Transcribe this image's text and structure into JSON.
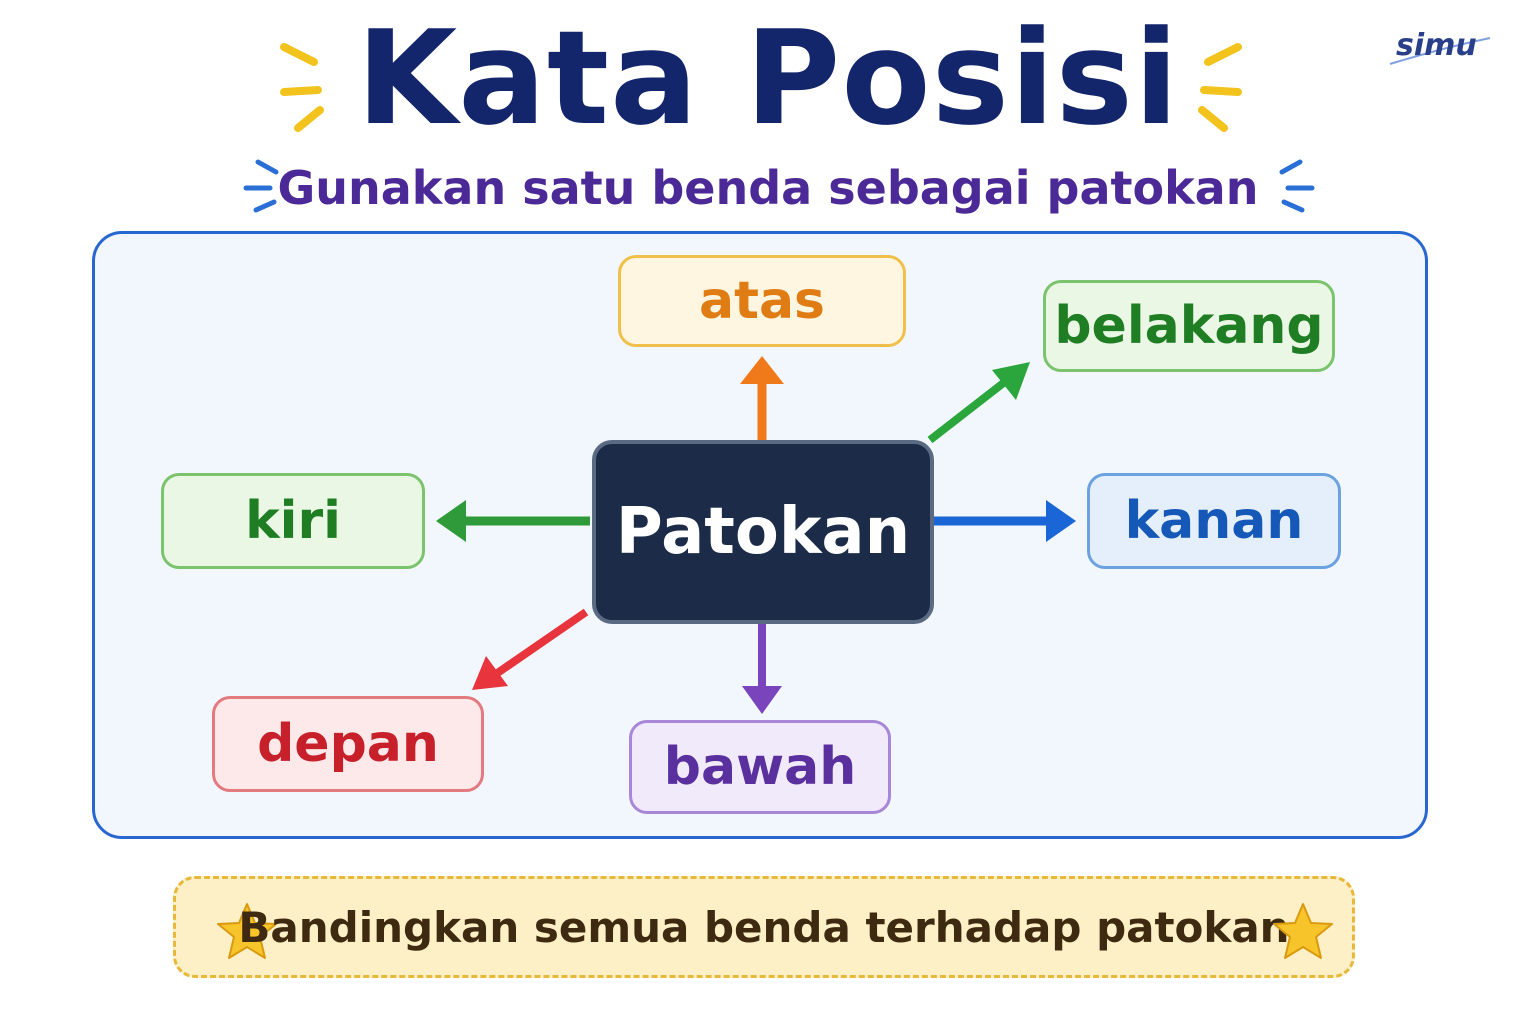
{
  "title": "Kata Posisi",
  "subtitle": "Gunakan satu benda sebagai patokan",
  "logo": "simu",
  "center": {
    "label": "Patokan"
  },
  "positions": [
    {
      "label": "atas",
      "color": "#e07c14"
    },
    {
      "label": "belakang",
      "color": "#1f7d24"
    },
    {
      "label": "kiri",
      "color": "#1f7d24"
    },
    {
      "label": "kanan",
      "color": "#1558b8"
    },
    {
      "label": "depan",
      "color": "#c8202a"
    },
    {
      "label": "bawah",
      "color": "#5a2f9e"
    }
  ],
  "footer": "Bandingkan semua benda terhadap patokan",
  "colors": {
    "title": "#14266b",
    "subtitle": "#4b2a98",
    "panel_border": "#2867cf",
    "center_bg": "#1b2b48",
    "footer_bg": "#fdf0c6"
  },
  "icons": [
    "star-icon",
    "star-icon"
  ]
}
